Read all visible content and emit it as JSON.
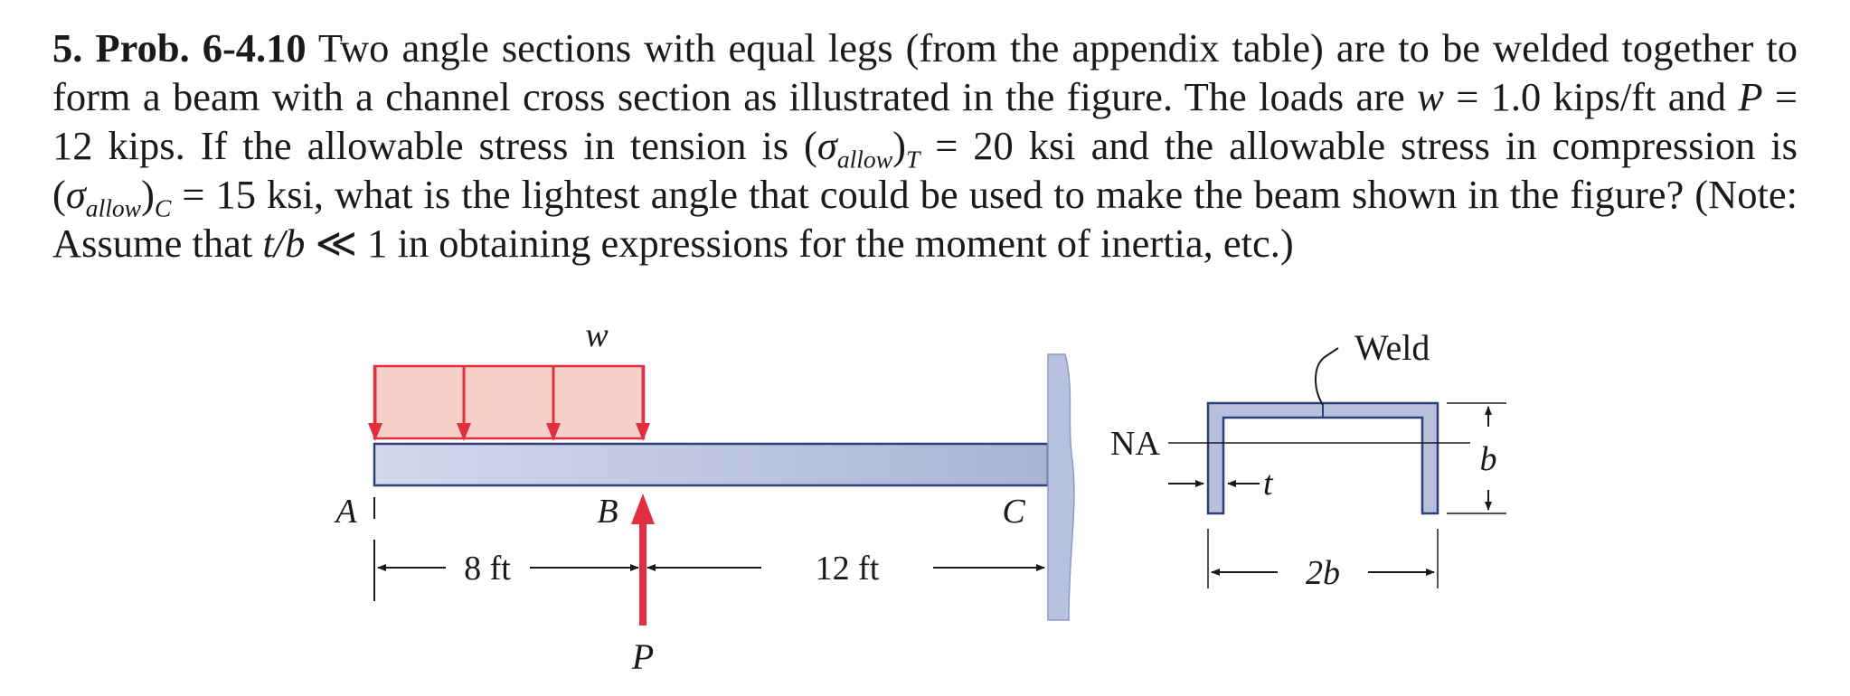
{
  "problem": {
    "number": "5.",
    "ref": "Prob. 6-4.10",
    "t1": " Two angle sections with equal legs (from the appendix table) are to be welded together to form a beam with a channel cross section as illustrated in the figure. The loads are ",
    "w_sym": "w",
    "w_val": " = 1.0 kips/ft and ",
    "p_sym": "P",
    "p_val": " = 12 kips. If the allowable stress in tension is (",
    "sigma": "σ",
    "allow": "allow",
    "t_close": ")",
    "t_sub": "T",
    "t_val": " = 20 ksi and the allowable stress in compression is (",
    "c_close": ")",
    "c_sub": "C",
    "c_val": " = 15 ksi, what is the lightest angle that could be used to make the beam shown in the figure? (Note: Assume that ",
    "tb": "t/b",
    "tb_rest": " ≪ 1 in obtaining expressions for the moment of inertia, etc.)"
  },
  "figure": {
    "load_label": "w",
    "pt_a": "A",
    "pt_b": "B",
    "pt_c": "C",
    "force_label": "P",
    "dim_left": "8 ft",
    "dim_right": "12 ft",
    "section": {
      "weld": "Weld",
      "na": "NA",
      "thickness": "t",
      "height": "b",
      "width": "2b"
    },
    "colors": {
      "load_fill": "#f7cfc9",
      "load_arrow": "#e03040",
      "beam_fill": "#b4bfdc",
      "beam_stroke": "#2e3f78",
      "wall_fill": "#b8c2e0",
      "section_fill": "#b8c0dc"
    }
  }
}
